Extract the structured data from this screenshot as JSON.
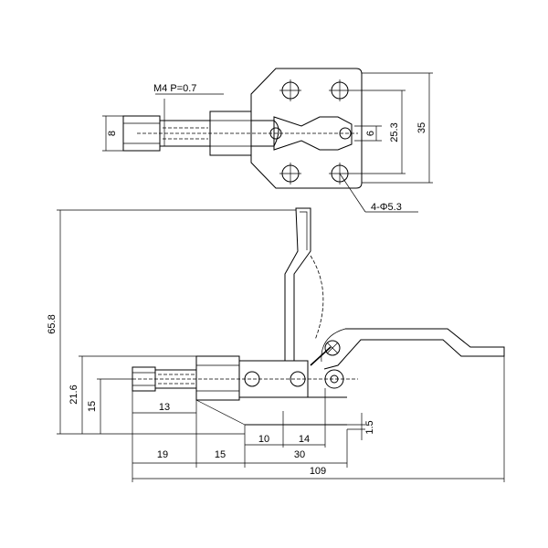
{
  "top_view": {
    "thread_note": "M4  P=0.7",
    "dim_8": "8",
    "dim_6": "6",
    "dim_25_3": "25.3",
    "dim_35": "35",
    "hole_note": "4-Φ5.3"
  },
  "side_view": {
    "dim_65_8": "65.8",
    "dim_21_6": "21.6",
    "dim_15_v": "15",
    "dim_13": "13",
    "dim_1_5": "1.5",
    "dim_10": "10",
    "dim_14": "14",
    "dim_19": "19",
    "dim_15_h": "15",
    "dim_30": "30",
    "dim_109": "109"
  }
}
